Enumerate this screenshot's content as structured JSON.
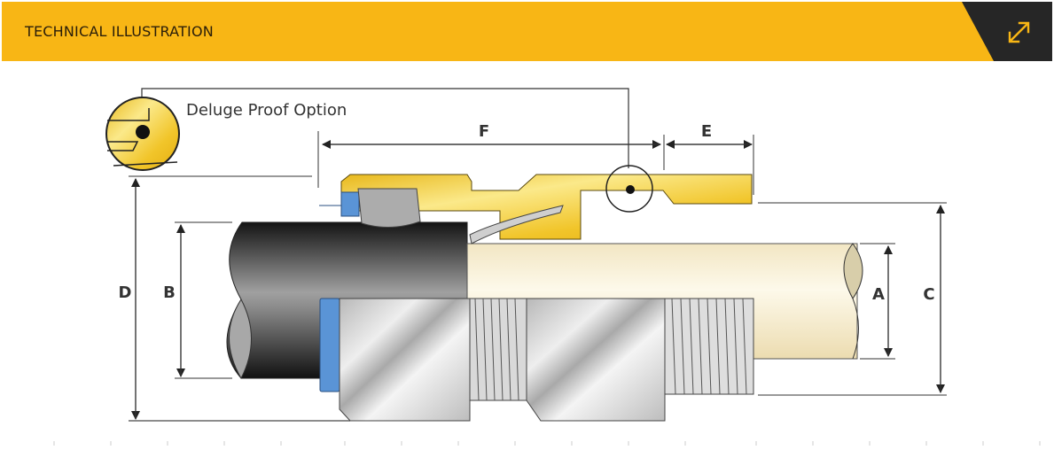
{
  "header": {
    "title": "TECHNICAL ILLUSTRATION",
    "expand_icon": "expand-diagonal-arrows-icon",
    "accent_color": "#f8b615",
    "dark_color": "#262626"
  },
  "illustration": {
    "subject": "cable gland cross-section",
    "callout": "Deluge Proof Option",
    "dimensions": {
      "A": "A",
      "B": "B",
      "C": "C",
      "D": "D",
      "E": "E",
      "F": "F"
    }
  }
}
